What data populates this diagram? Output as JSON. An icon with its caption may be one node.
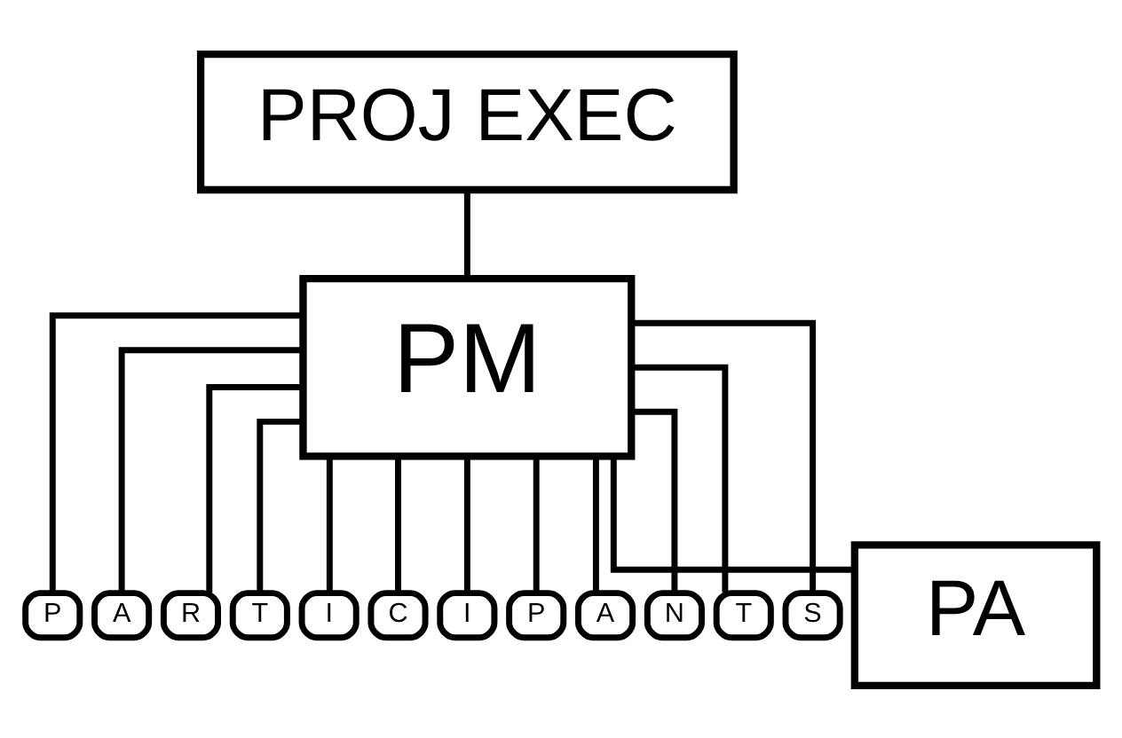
{
  "diagram": {
    "nodes": [
      {
        "text": [
          "PROJ EXEC"
        ]
      },
      {
        "text": [
          "PM"
        ]
      },
      {
        "text": [
          "P"
        ]
      },
      {
        "text": [
          "A"
        ]
      },
      {
        "text": [
          "R"
        ]
      },
      {
        "text": [
          "T"
        ]
      },
      {
        "text": [
          "I"
        ]
      },
      {
        "text": [
          "C"
        ]
      },
      {
        "text": [
          "I"
        ]
      },
      {
        "text": [
          "P"
        ]
      },
      {
        "text": [
          "A"
        ]
      },
      {
        "text": [
          "N"
        ]
      },
      {
        "text": [
          "T"
        ]
      },
      {
        "text": [
          "S"
        ]
      },
      {
        "text": [
          "PA"
        ]
      }
    ],
    "edges": [
      {
        "from": 0,
        "to": 1,
        "arrow": "none"
      },
      {
        "from": 1,
        "to": 2,
        "arrow": "none"
      },
      {
        "from": 1,
        "to": 3,
        "arrow": "none"
      },
      {
        "from": 1,
        "to": 4,
        "arrow": "none"
      },
      {
        "from": 1,
        "to": 5,
        "arrow": "none"
      },
      {
        "from": 1,
        "to": 6,
        "arrow": "none"
      },
      {
        "from": 1,
        "to": 7,
        "arrow": "none"
      },
      {
        "from": 1,
        "to": 8,
        "arrow": "none"
      },
      {
        "from": 1,
        "to": 9,
        "arrow": "none"
      },
      {
        "from": 1,
        "to": 10,
        "arrow": "none"
      },
      {
        "from": 1,
        "to": 11,
        "arrow": "none"
      },
      {
        "from": 1,
        "to": 12,
        "arrow": "none"
      },
      {
        "from": 1,
        "to": 13,
        "arrow": "none"
      },
      {
        "from": 1,
        "to": 14,
        "arrow": "none"
      }
    ]
  }
}
